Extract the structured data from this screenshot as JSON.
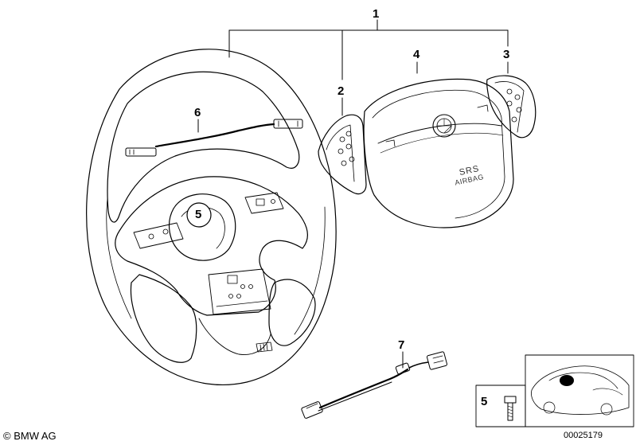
{
  "callouts": {
    "c1": "1",
    "c2": "2",
    "c3": "3",
    "c4": "4",
    "c5_wheel": "5",
    "c5_inset": "5",
    "c6": "6",
    "c7": "7"
  },
  "airbag": {
    "line1": "SRS",
    "line2": "AIRBAG"
  },
  "footer": {
    "copyright": "© BMW AG",
    "drawing_number": "00025179"
  }
}
